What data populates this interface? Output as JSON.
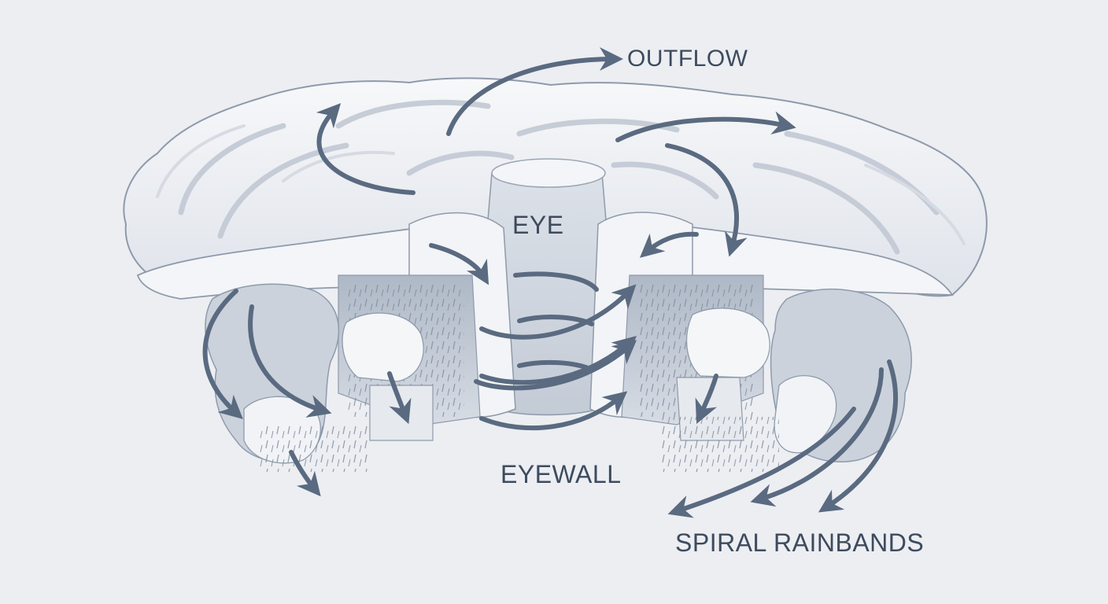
{
  "labels": {
    "outflow": "OUTFLOW",
    "eye": "EYE",
    "eyewall": "EYEWALL",
    "spiral_rainbands": "SPIRAL RAINBANDS"
  },
  "colors": {
    "background": "#eceef2",
    "cloud_light": "#f6f7f9",
    "cloud_shade": "#c9d0da",
    "cloud_dark": "#9ea9b8",
    "arrow": "#5a6a80",
    "text": "#3d4b5e"
  }
}
